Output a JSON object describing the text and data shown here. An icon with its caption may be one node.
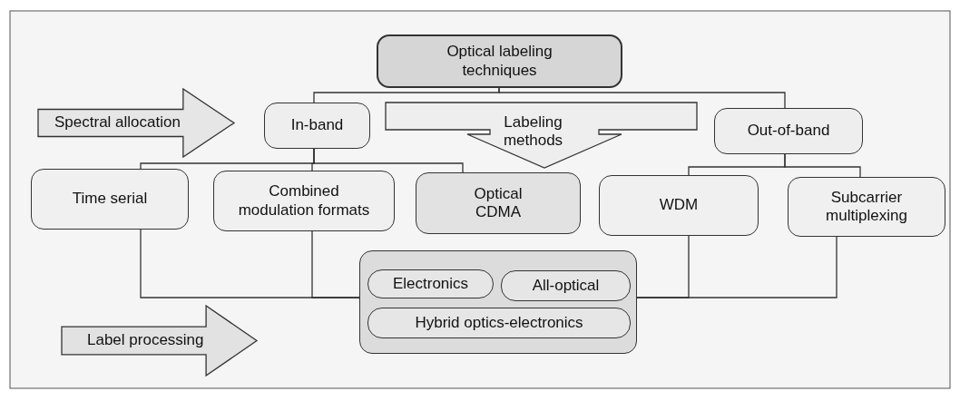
{
  "diagram": {
    "nodes": [
      {
        "text": [
          "Optical labeling techniques"
        ]
      },
      {
        "text": [
          "Spectral allocation"
        ]
      },
      {
        "text": [
          "In-band"
        ]
      },
      {
        "text": [
          "Labeling methods"
        ]
      },
      {
        "text": [
          "Out-of-band"
        ]
      },
      {
        "text": [
          "Time serial"
        ]
      },
      {
        "text": [
          "Combined modulation formats"
        ]
      },
      {
        "text": [
          "Optical CDMA"
        ]
      },
      {
        "text": [
          "WDM"
        ]
      },
      {
        "text": [
          "Subcarrier multiplexing"
        ]
      },
      {
        "text": [],
        "shape": "box"
      },
      {
        "text": [
          "Electronics"
        ],
        "in": 10
      },
      {
        "text": [
          "All-optical"
        ],
        "in": 10
      },
      {
        "text": [
          "Hybrid optics-electronics"
        ],
        "in": 10
      },
      {
        "text": [
          "Label processing"
        ]
      }
    ],
    "edges": [
      {
        "from": 0,
        "to": 2,
        "arrow": "none"
      },
      {
        "from": 0,
        "to": 4,
        "arrow": "none"
      },
      {
        "from": 2,
        "to": 5,
        "arrow": "none"
      },
      {
        "from": 2,
        "to": 6,
        "arrow": "none"
      },
      {
        "from": 2,
        "to": 7,
        "arrow": "none"
      },
      {
        "from": 4,
        "to": 8,
        "arrow": "none"
      },
      {
        "from": 4,
        "to": 9,
        "arrow": "none"
      },
      {
        "from": 5,
        "to": 10,
        "arrow": "none"
      },
      {
        "from": 6,
        "to": 10,
        "arrow": "none"
      },
      {
        "from": 8,
        "to": 10,
        "arrow": "none"
      },
      {
        "from": 9,
        "to": 10,
        "arrow": "none"
      }
    ]
  }
}
